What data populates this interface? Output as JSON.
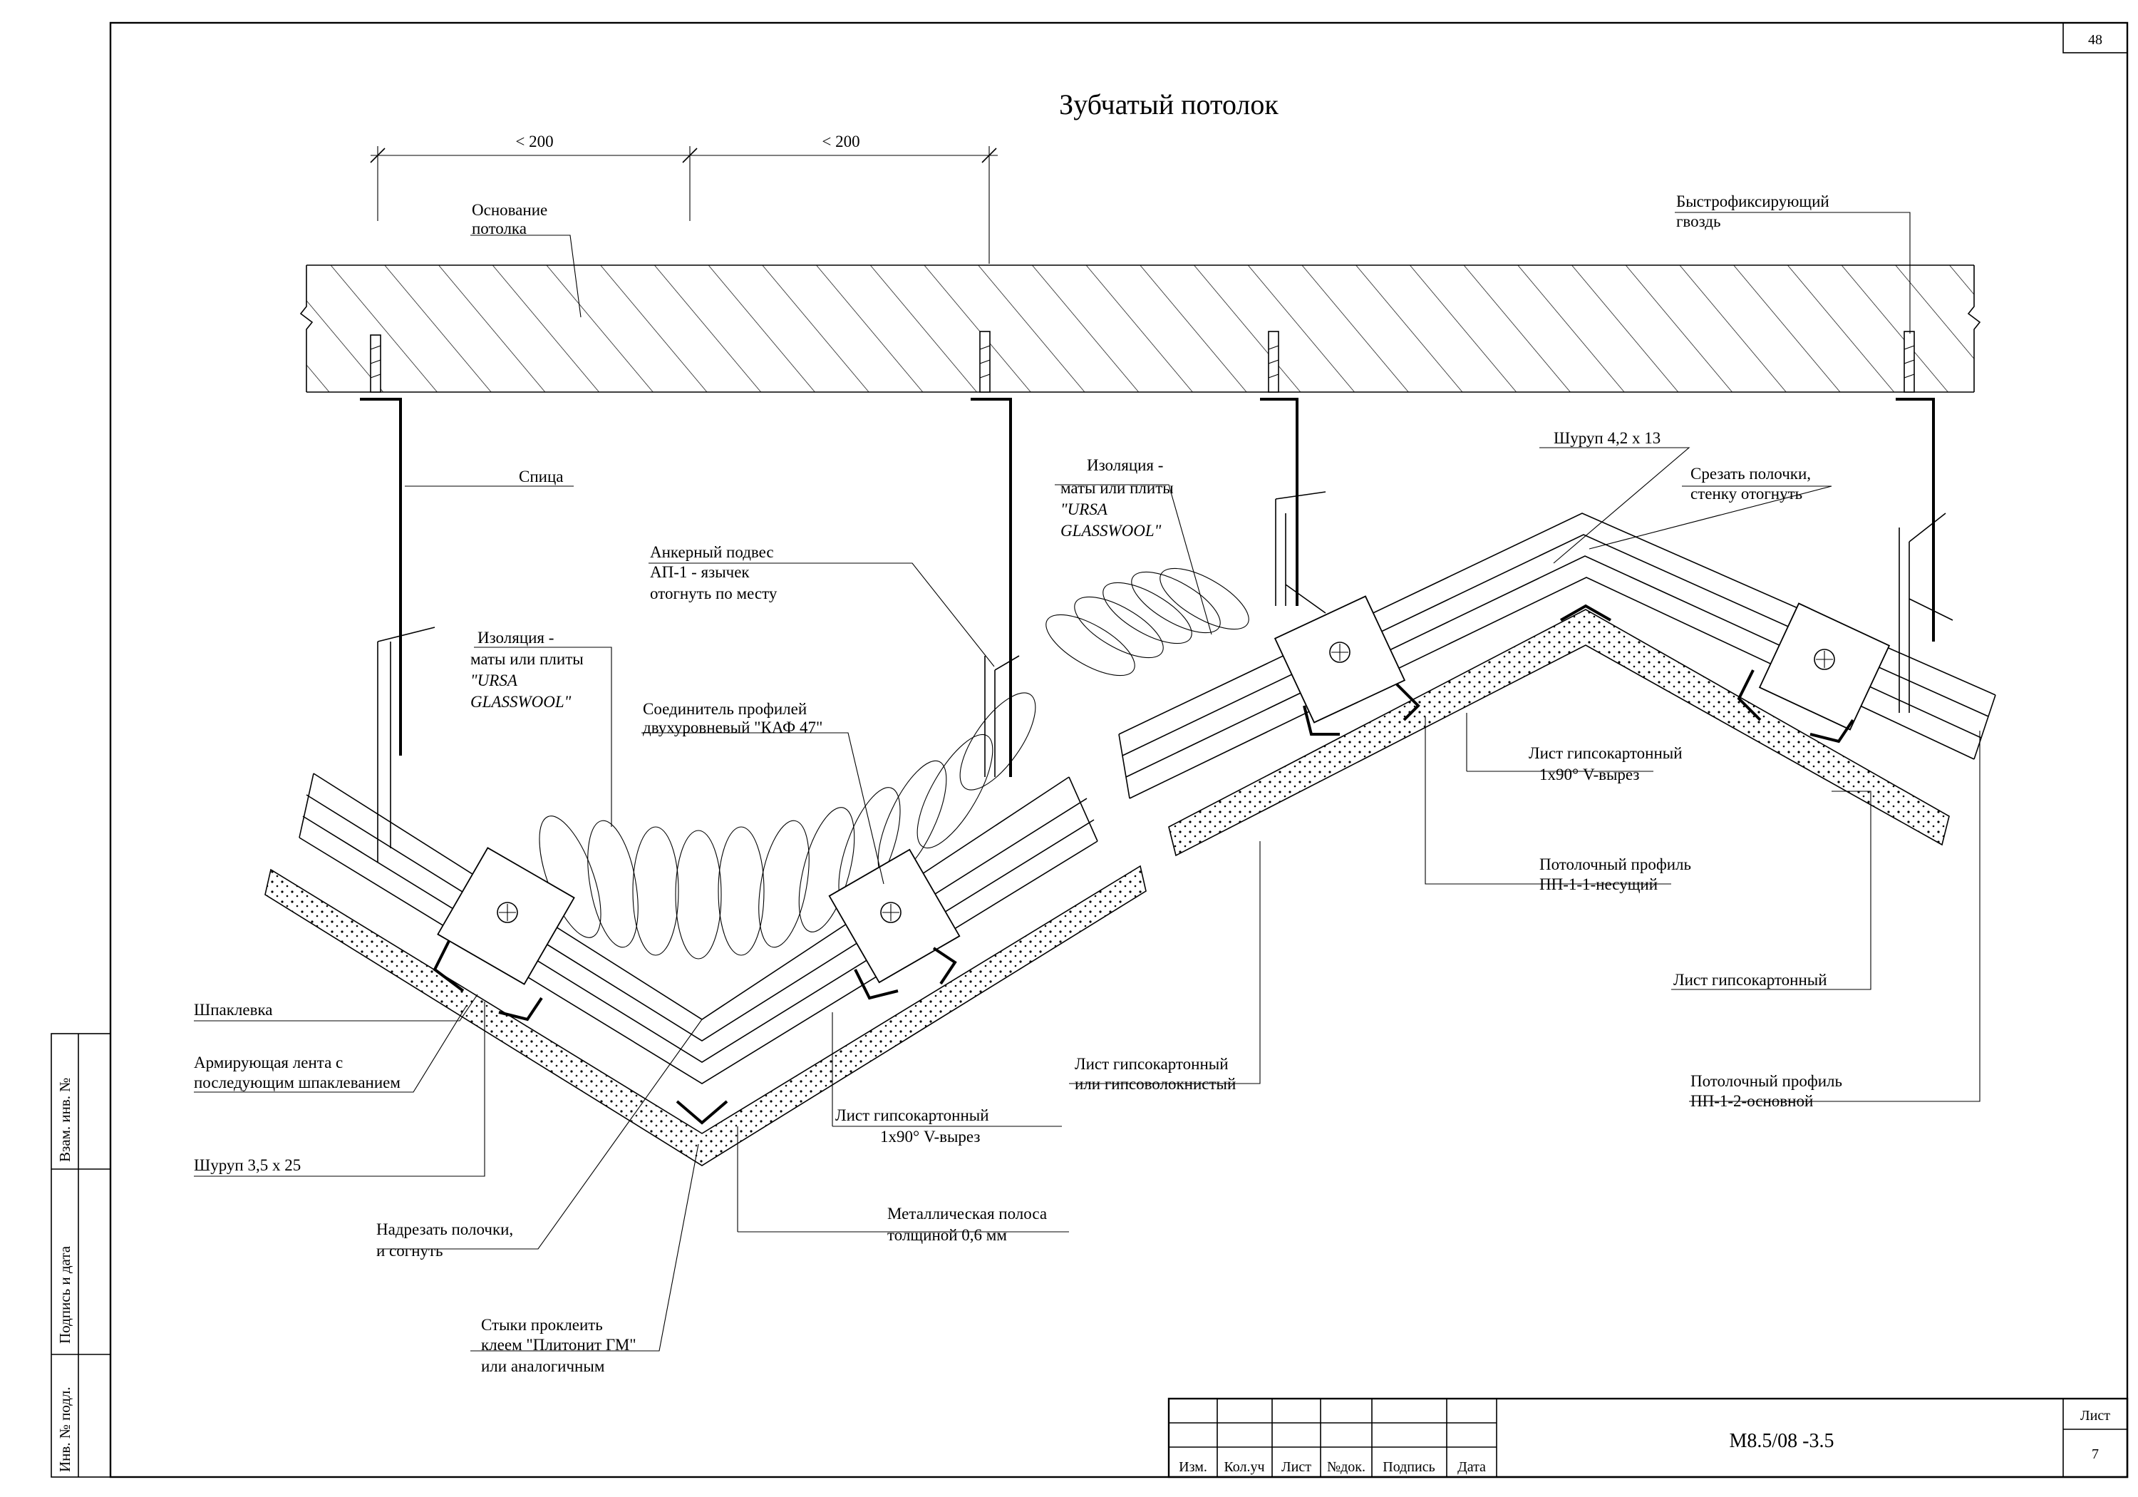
{
  "sheet_number_top": "48",
  "title": "Зубчатый потолок",
  "dimensions": {
    "left": "< 200",
    "right": "< 200"
  },
  "labels": {
    "osnovanie_1": "Основание",
    "osnovanie_2": "потолка",
    "gvozd_1": "Быстрофиксирующий",
    "gvozd_2": "гвоздь",
    "spica": "Спица",
    "izol_left_1": "Изоляция -",
    "izol_left_2": "маты или плиты",
    "izol_left_3": "\"URSA",
    "izol_left_4": "GLASSWOOL\"",
    "ankernyi_1": "Анкерный подвес",
    "ankernyi_2": "АП-1 - язычек",
    "ankernyi_3": "отогнуть по месту",
    "soed_1": "Соединитель профилей",
    "soed_2": "двухуровневый \"КАФ 47\"",
    "izol_right_1": "Изоляция -",
    "izol_right_2": "маты или плиты",
    "izol_right_3": "\"URSA",
    "izol_right_4": "GLASSWOOL\"",
    "shurup_42_1": "Шуруп 4,2 х 13",
    "srezat_1": "Срезать полочки,",
    "srezat_2": "стенку отогнуть",
    "list_gk_vrez_r_1": "Лист гипсокартонный",
    "list_gk_vrez_r_2": "1х90° V-вырез",
    "pp_nes_1": "Потолочный профиль",
    "pp_nes_2": "ПП-1-1-несущий",
    "list_gk_r": "Лист гипсокартонный",
    "list_gk_gv_1": "Лист гипсокартонный",
    "list_gk_gv_2": "или гипсоволокнистый",
    "pp_osn_1": "Потолочный профиль",
    "pp_osn_2": "ПП-1-2-основной",
    "shpaklevka": "Шпаклевка",
    "arm_1": "Армирующая лента с",
    "arm_2": "последующим шпаклеванием",
    "list_gk_vrez_l_1": "Лист гипсокартонный",
    "list_gk_vrez_l_2": "1х90° V-вырез",
    "shurup_35": "Шуруп 3,5 х 25",
    "nadrezat_1": "Надрезать полочки,",
    "nadrezat_2": "и согнуть",
    "metall_1": "Металлическая полоса",
    "metall_2": "толщиной 0,6 мм",
    "styki_1": "Стыки проклеить",
    "styki_2": "клеем \"Плитонит ГМ\"",
    "styki_3": "или аналогичным"
  },
  "side_stamp": {
    "vzam": "Взам. инв. №",
    "podpis": "Подпись и дата",
    "inv": "Инв. № подл."
  },
  "title_block": {
    "izm": "Изм.",
    "kol": "Кол.уч",
    "list": "Лист",
    "ndok": "№док.",
    "podpis": "Подпись",
    "data": "Дата",
    "code": "М8.5/08 -3.5",
    "list_label": "Лист",
    "list_num": "7"
  }
}
